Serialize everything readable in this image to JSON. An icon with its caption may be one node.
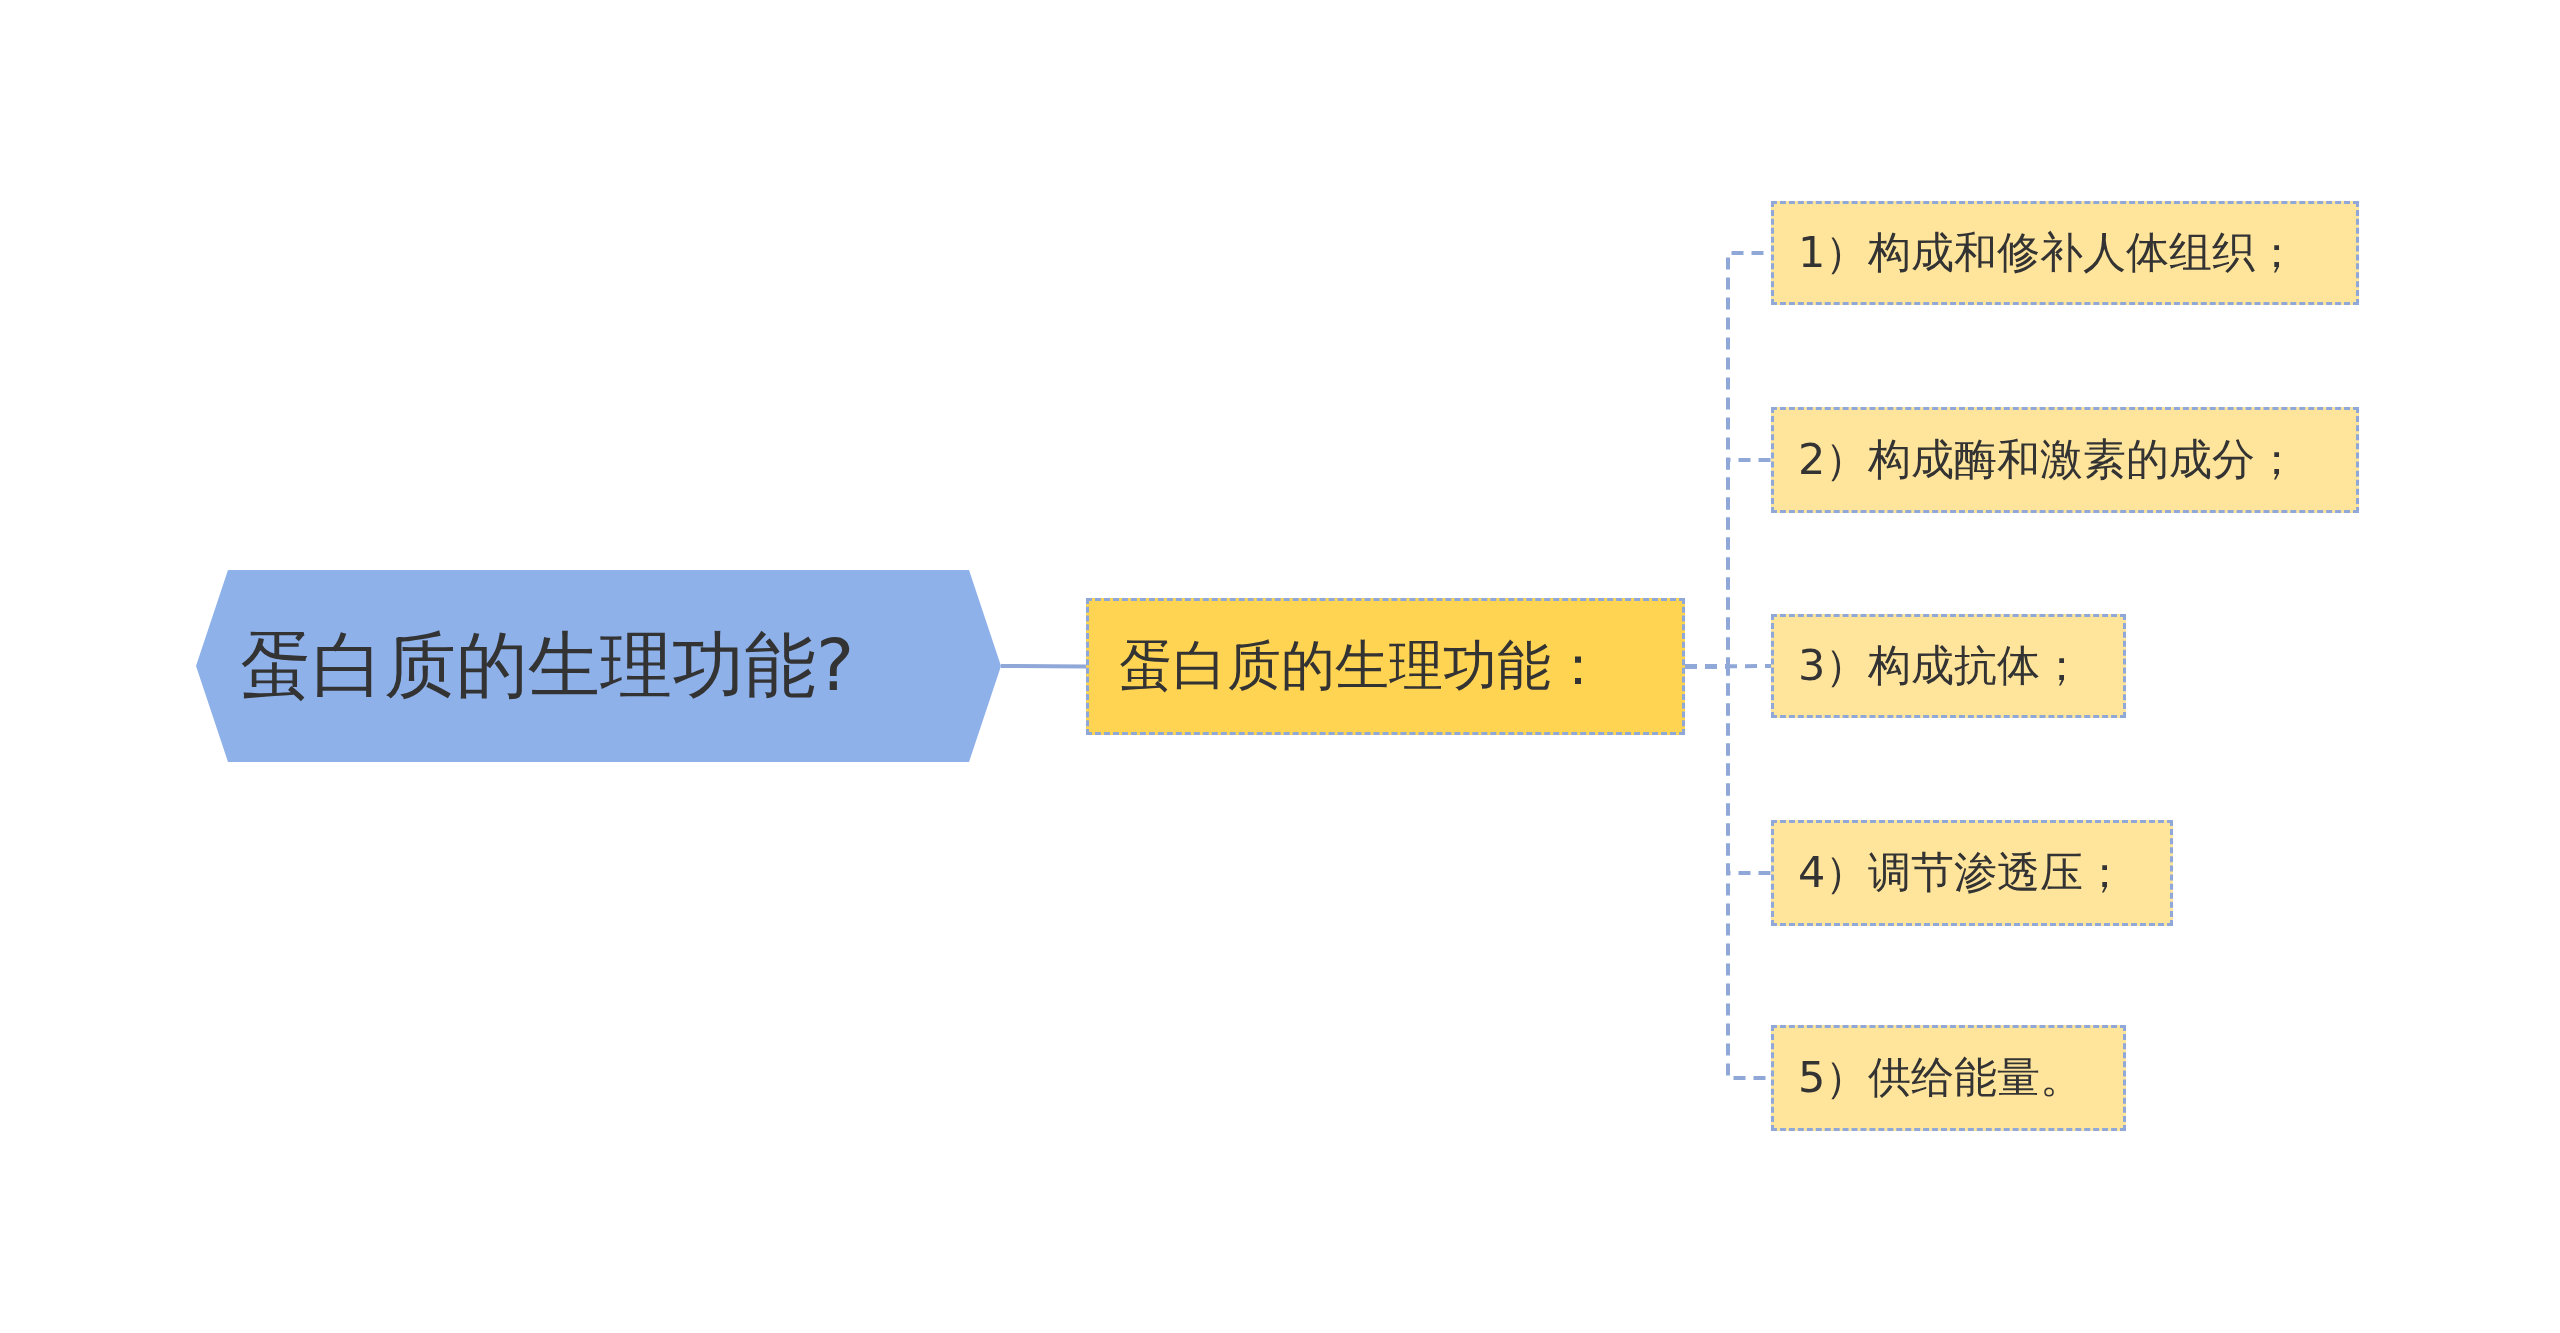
{
  "diagram": {
    "nodes": [
      {
        "text": [
          "蛋白质的生理功能?"
        ]
      },
      {
        "text": [
          "蛋白质的生理功能："
        ]
      },
      {
        "text": [
          "1）构成和修补人体组织；"
        ]
      },
      {
        "text": [
          "2）构成酶和激素的成分；"
        ]
      },
      {
        "text": [
          "3）构成抗体；"
        ]
      },
      {
        "text": [
          "4）调节渗透压；"
        ]
      },
      {
        "text": [
          "5）供给能量。"
        ]
      }
    ],
    "edges": [
      {
        "from": 0,
        "to": 1,
        "arrow": "none"
      },
      {
        "from": 1,
        "to": 2,
        "arrow": "none",
        "style": "dashed"
      },
      {
        "from": 1,
        "to": 3,
        "arrow": "none",
        "style": "dashed"
      },
      {
        "from": 1,
        "to": 4,
        "arrow": "none",
        "style": "dashed"
      },
      {
        "from": 1,
        "to": 5,
        "arrow": "none",
        "style": "dashed"
      },
      {
        "from": 1,
        "to": 6,
        "arrow": "none",
        "style": "dashed"
      }
    ]
  }
}
